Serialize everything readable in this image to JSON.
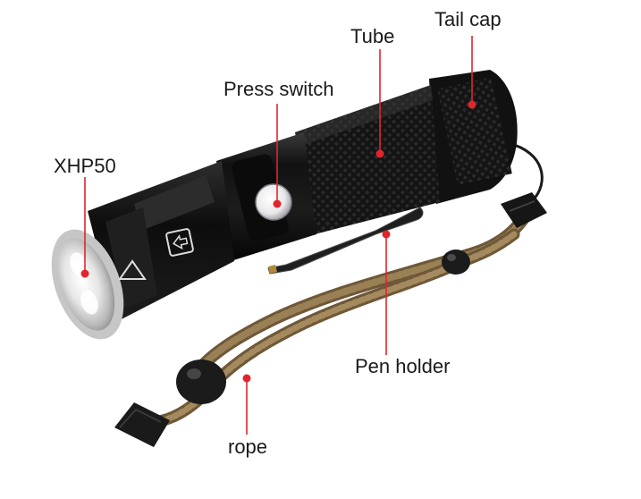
{
  "labels": {
    "tail_cap": "Tail cap",
    "tube": "Tube",
    "press_switch": "Press switch",
    "xhp50": "XHP50",
    "pen_holder": "Pen holder",
    "rope": "rope"
  },
  "colors": {
    "leader_line": "#e0262c",
    "leader_dot": "#e0262c",
    "body": "#151515",
    "rope": "#8a7048"
  }
}
